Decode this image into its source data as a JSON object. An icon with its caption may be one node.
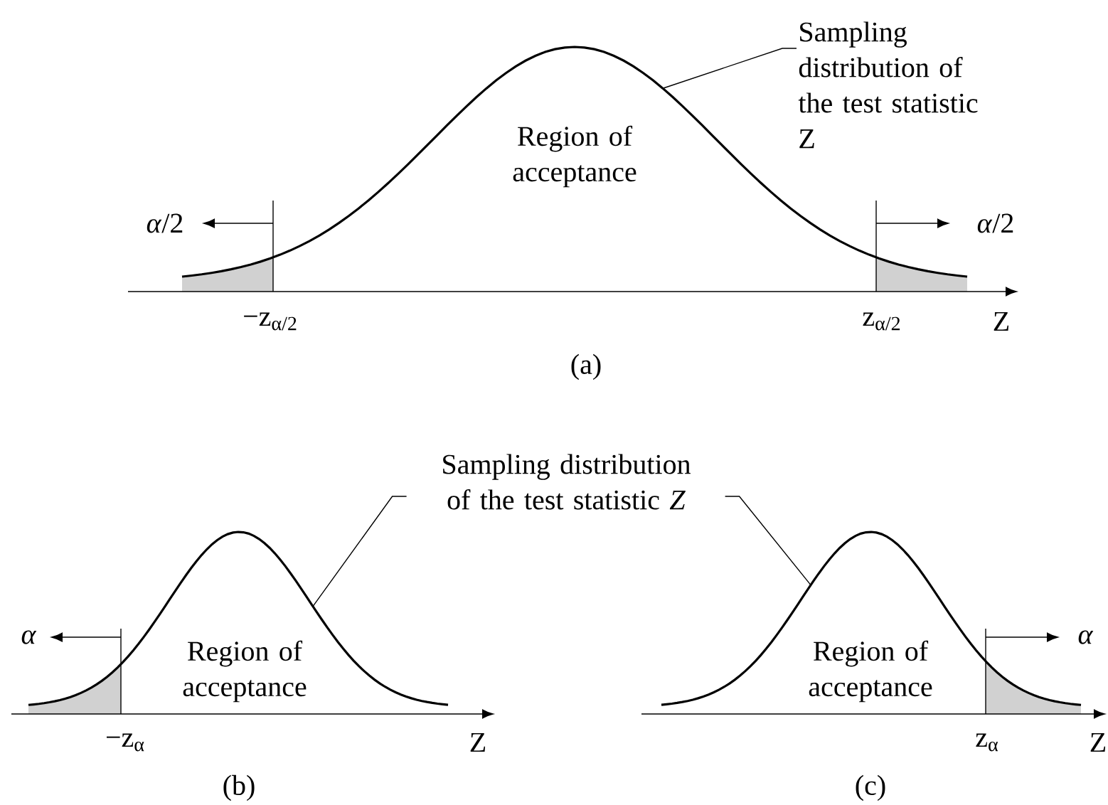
{
  "diagram": {
    "nodes": [
      {
        "text": [
          "Sampling distribution of the test statistic Z"
        ]
      },
      {
        "text": [],
        "shape": "curve"
      },
      {
        "text": [
          "Sampling distribution of the test statistic *Z*"
        ]
      },
      {
        "text": [],
        "shape": "curve"
      },
      {
        "text": [],
        "shape": "curve"
      }
    ],
    "edges": [
      {
        "from": 0,
        "to": 1,
        "arrow": "none"
      },
      {
        "from": 2,
        "to": 3,
        "arrow": "none"
      },
      {
        "from": 2,
        "to": 4,
        "arrow": "none"
      }
    ],
    "labels": [
      "Region of acceptance",
      "*α*/2",
      "*α*/2",
      "−z$_{α/2}$",
      "z$_{α/2}$",
      "Z",
      "(a)",
      "α",
      "Region of acceptance",
      "Region of acceptance",
      "α",
      "−z$_{α}$",
      "Z",
      "z$_{α}$",
      "Z",
      "(b)",
      "(c)"
    ]
  }
}
